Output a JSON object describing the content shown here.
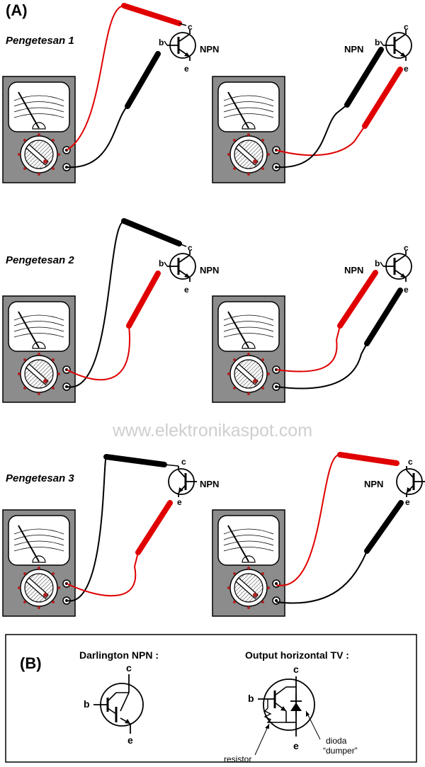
{
  "section_a": {
    "label": "(A)"
  },
  "section_b": {
    "label": "(B)"
  },
  "tests": [
    {
      "title": "Pengetesan 1",
      "left_transistor_label": "NPN",
      "right_transistor_label": "NPN"
    },
    {
      "title": "Pengetesan 2",
      "left_transistor_label": "NPN",
      "right_transistor_label": "NPN"
    },
    {
      "title": "Pengetesan 3",
      "left_transistor_label": "NPN",
      "right_transistor_label": "NPN"
    }
  ],
  "pins": {
    "base": "b",
    "collector": "c",
    "emitter": "e"
  },
  "watermark": "www.elektronikaspot.com",
  "darlington": {
    "title": "Darlington NPN :",
    "base": "b",
    "collector": "c",
    "emitter": "e"
  },
  "horizontal_output": {
    "title": "Output horizontal TV :",
    "base": "b",
    "collector": "c",
    "emitter": "e",
    "resistor_label": "resistor",
    "diode_label_line1": "dioda",
    "diode_label_line2": "“dumper”"
  },
  "colors": {
    "probe_red": "#e00000",
    "probe_black": "#000000",
    "meter_body": "#8c8c8c",
    "meter_dot": "#b02020"
  }
}
